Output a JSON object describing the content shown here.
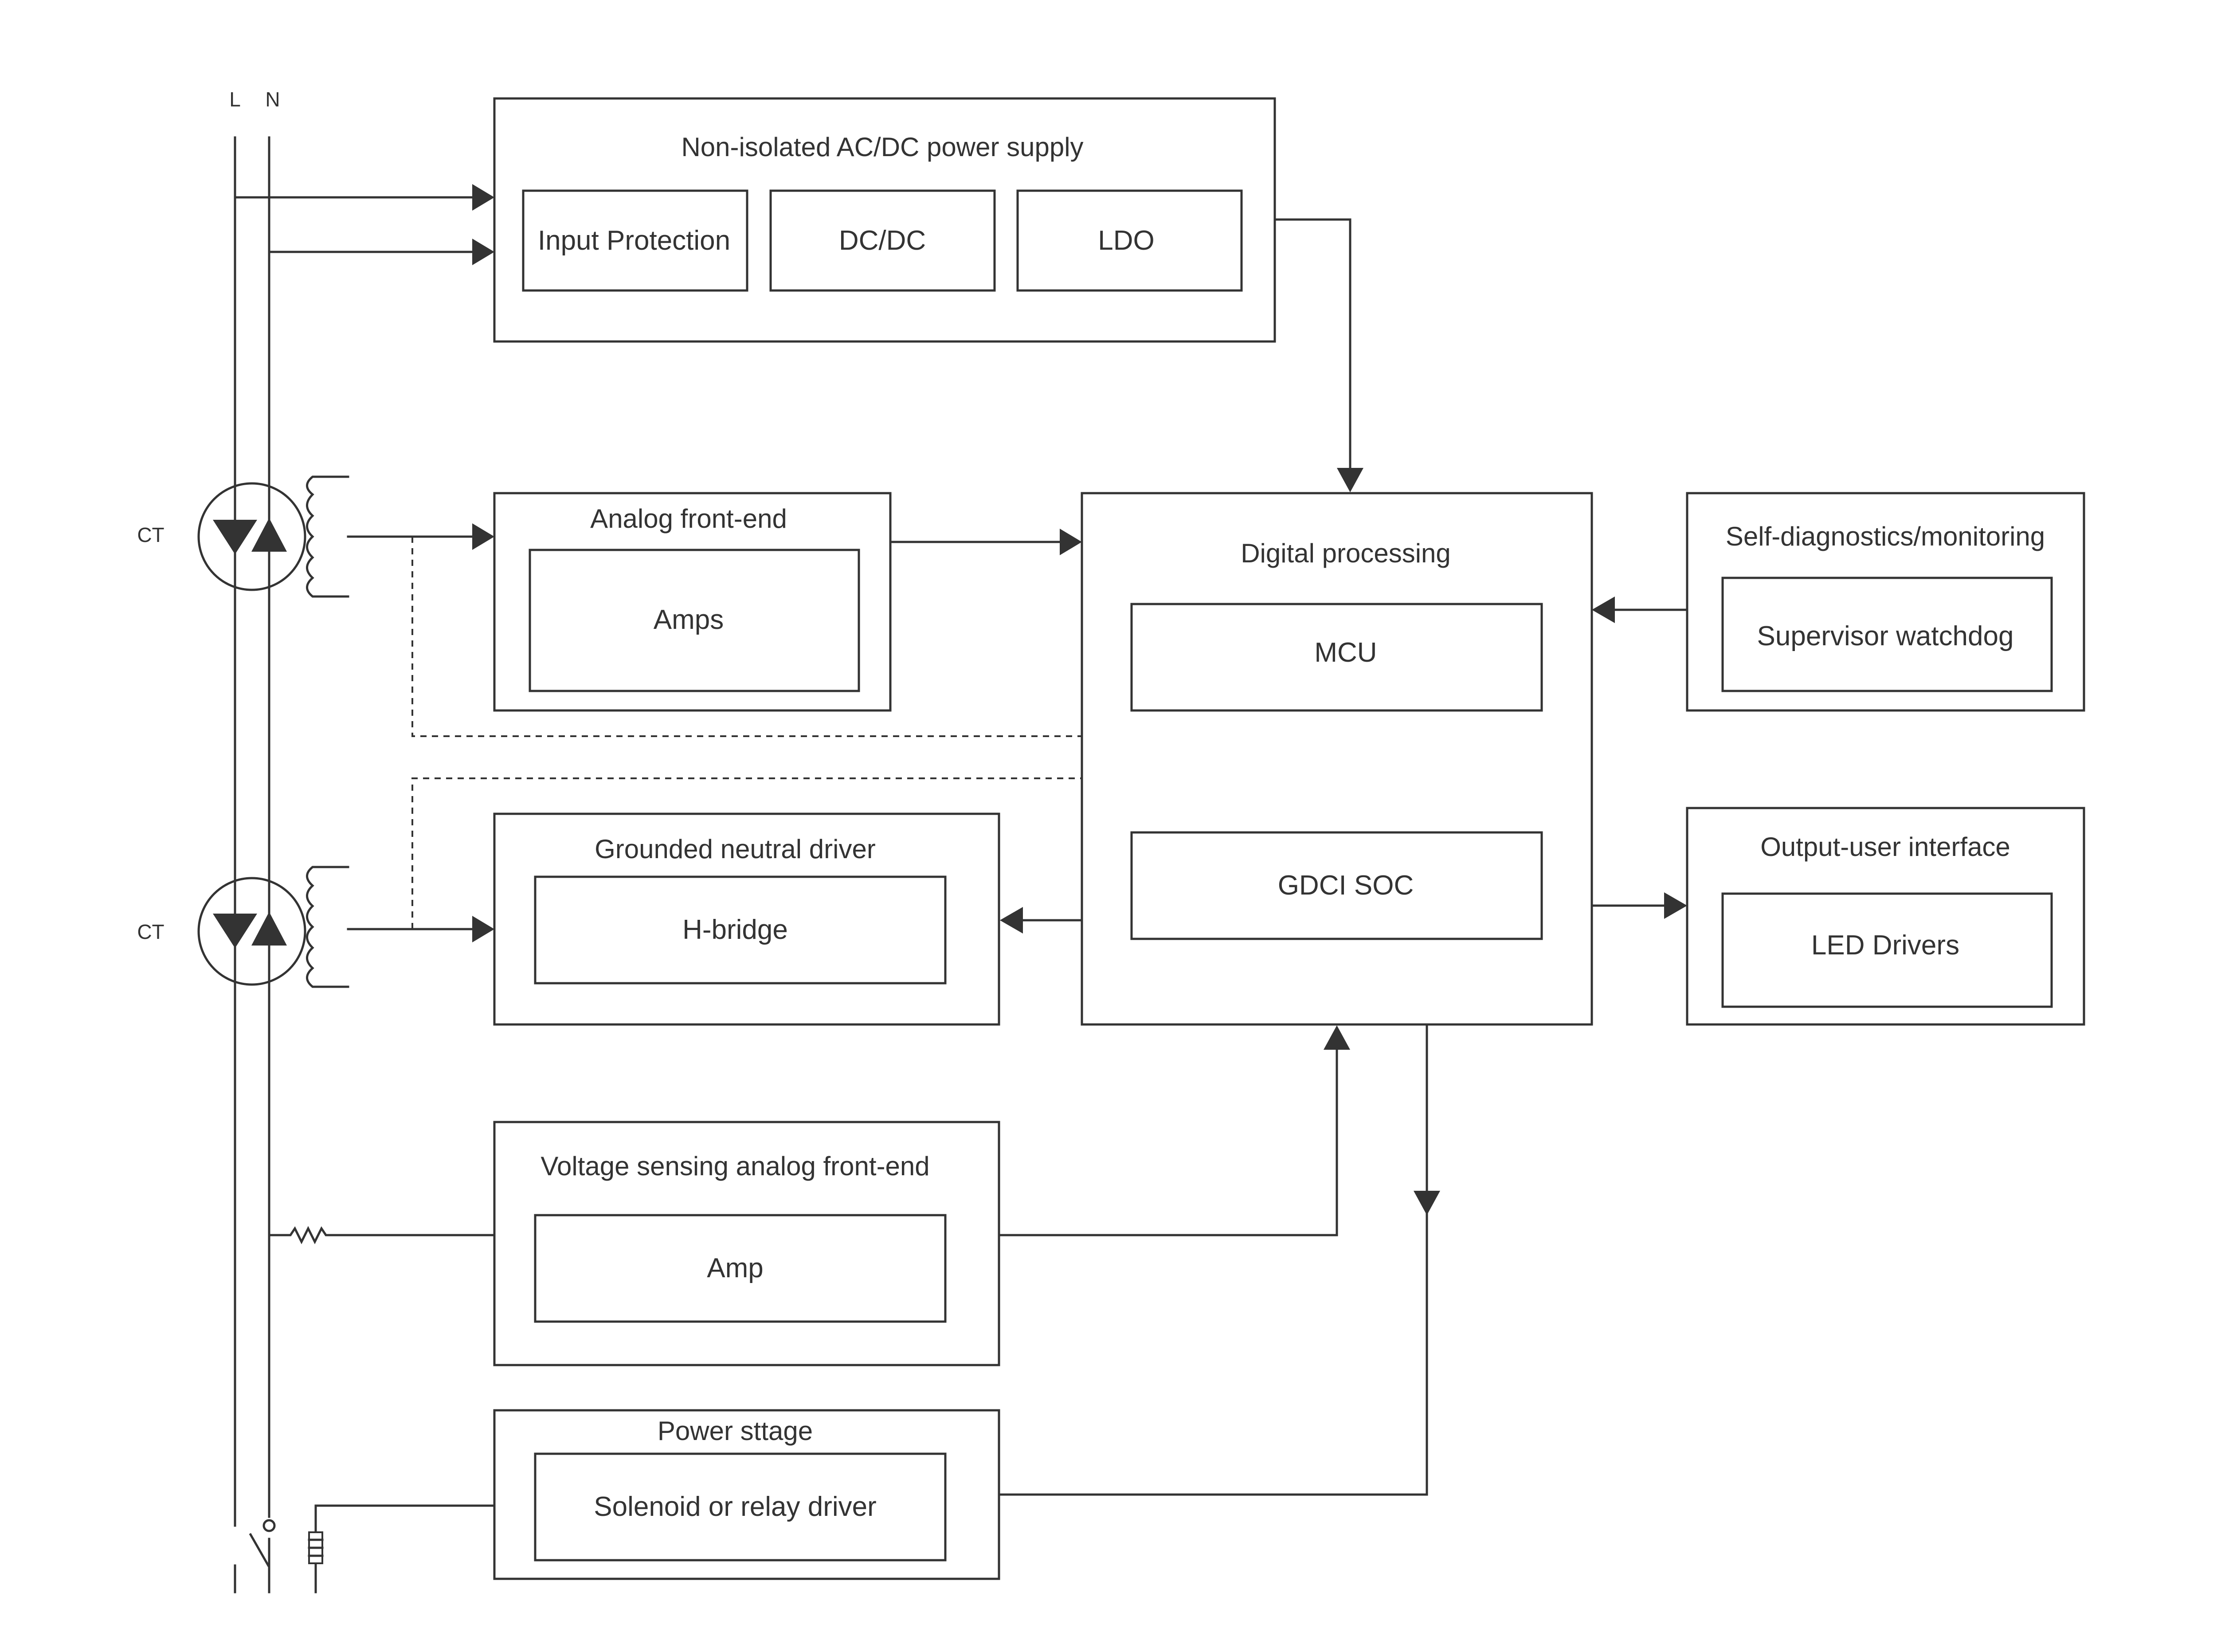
{
  "lines": {
    "line_label": "L",
    "neutral_label": "N"
  },
  "ct_sensors": [
    {
      "label": "CT"
    },
    {
      "label": "CT"
    }
  ],
  "power_supply": {
    "title": "Non-isolated AC/DC power supply",
    "blocks": [
      "Input Protection",
      "DC/DC",
      "LDO"
    ]
  },
  "analog_front_end": {
    "title": "Analog front-end",
    "inner": "Amps"
  },
  "digital_processing": {
    "title": "Digital processing",
    "mcu": "MCU",
    "soc": "GDCI SOC"
  },
  "self_diagnostics": {
    "title": "Self-diagnostics/monitoring",
    "inner": "Supervisor watchdog"
  },
  "grounded_neutral_driver": {
    "title": "Grounded neutral driver",
    "inner": "H-bridge"
  },
  "output_user_interface": {
    "title": "Output-user interface",
    "inner": "LED Drivers"
  },
  "voltage_sensing": {
    "title": "Voltage sensing analog front-end",
    "inner": "Amp"
  },
  "power_stage": {
    "title": "Power sttage",
    "inner": "Solenoid or relay driver"
  },
  "colors": {
    "stroke": "#333333",
    "background": "#ffffff"
  }
}
